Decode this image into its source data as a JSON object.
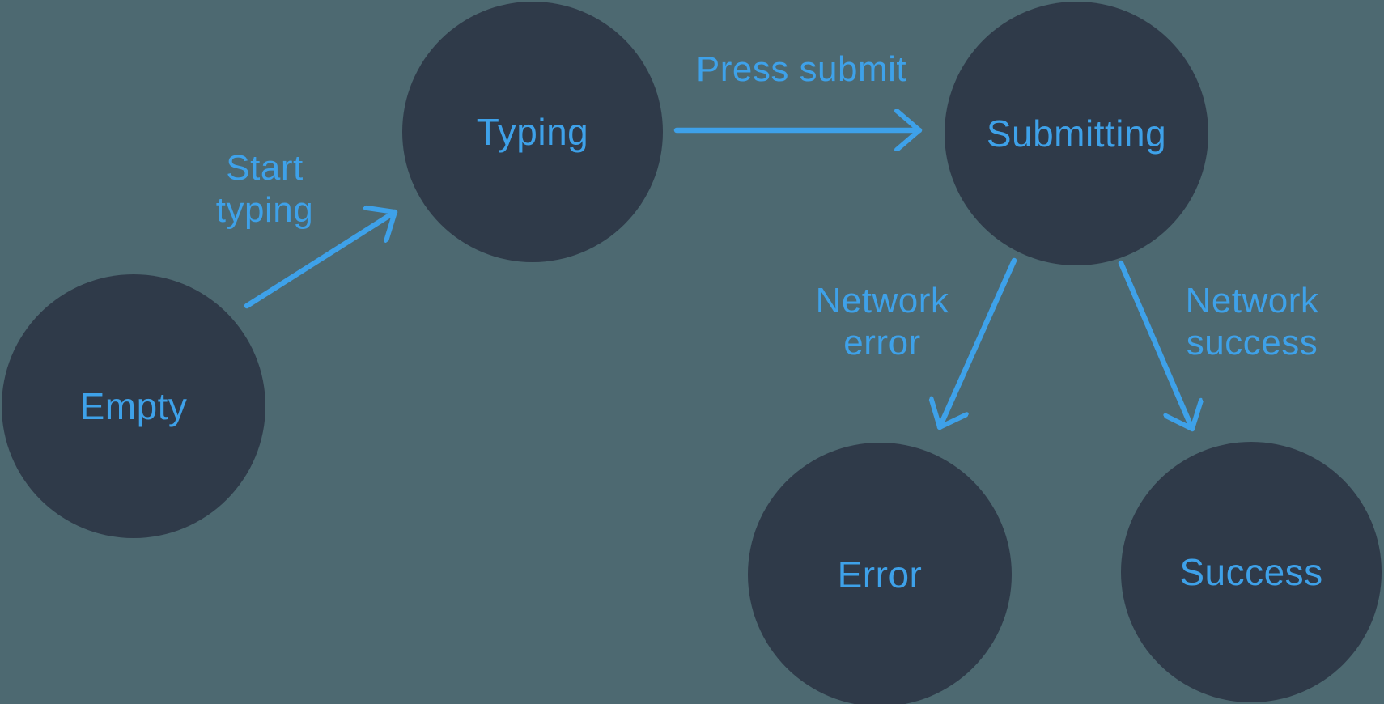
{
  "diagram": {
    "type": "state-machine",
    "description": "Form submission state diagram",
    "colors": {
      "background": "#4d6971",
      "node_fill": "#2f3a49",
      "accent": "#3ea1e9"
    },
    "nodes": [
      {
        "id": "empty",
        "label": "Empty"
      },
      {
        "id": "typing",
        "label": "Typing"
      },
      {
        "id": "submitting",
        "label": "Submitting"
      },
      {
        "id": "error",
        "label": "Error"
      },
      {
        "id": "success",
        "label": "Success"
      }
    ],
    "edges": [
      {
        "from": "Empty",
        "to": "Typing",
        "label": "Start\ntyping"
      },
      {
        "from": "Typing",
        "to": "Submitting",
        "label": "Press submit"
      },
      {
        "from": "Submitting",
        "to": "Error",
        "label": "Network\nerror"
      },
      {
        "from": "Submitting",
        "to": "Success",
        "label": "Network\nsuccess"
      }
    ]
  }
}
